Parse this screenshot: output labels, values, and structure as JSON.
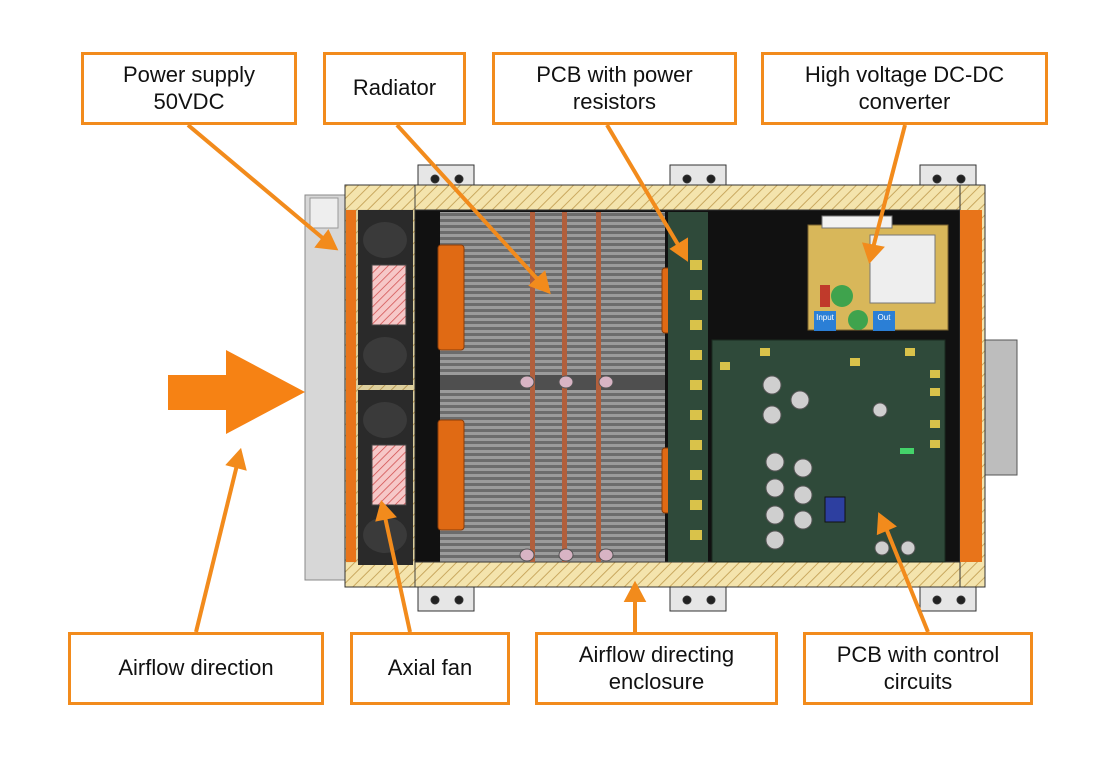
{
  "labels": {
    "power_supply": "Power supply\n50VDC",
    "radiator": "Radiator",
    "pcb_power_resistors": "PCB with power\nresistors",
    "hv_dcdc": "High voltage DC-DC\nconverter",
    "airflow_direction": "Airflow direction",
    "axial_fan": "Axial fan",
    "airflow_enclosure": "Airflow directing\nenclosure",
    "pcb_control": "PCB with control\ncircuits"
  },
  "board_markings": {
    "input": "Input",
    "out": "Out"
  },
  "colors": {
    "accent_orange": "#f28b1c",
    "enclosure_tan": "#f3e2a8",
    "pcb_green": "#2f4a3a",
    "converter_yellow": "#d8b75a",
    "heatsink_gray": "#8a8a8a"
  }
}
